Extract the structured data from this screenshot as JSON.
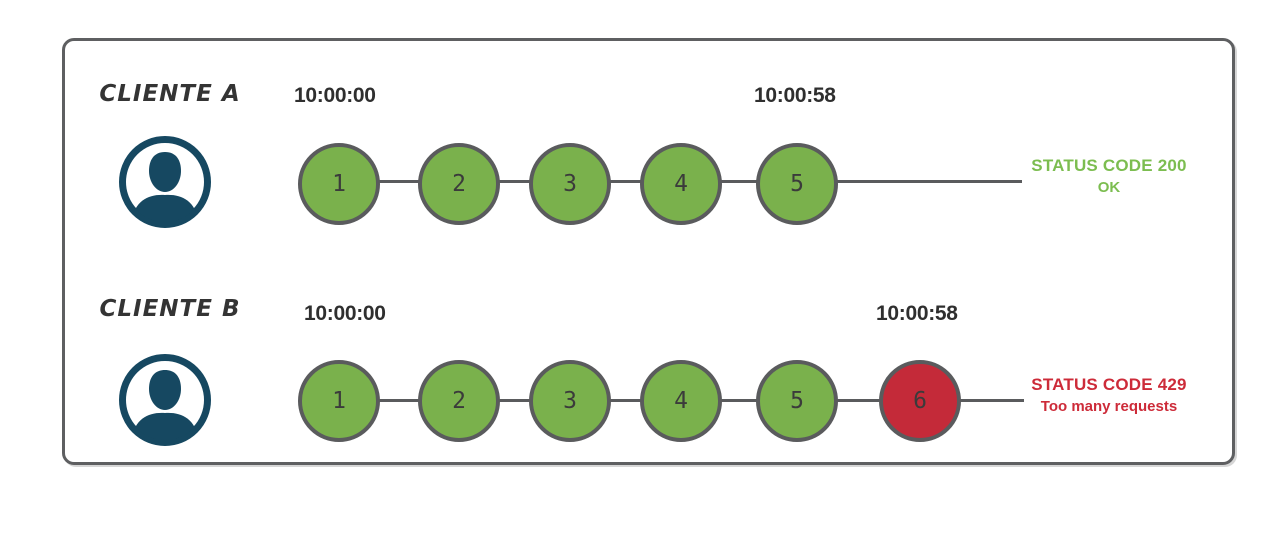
{
  "colors": {
    "success_fill": "#7AB14C",
    "error_fill": "#C42A39",
    "success_text": "#7CBD50",
    "error_text": "#CD2B39",
    "wire_gray": "#5A5B5D",
    "avatar_navy": "#164861",
    "frame_border": "#5E5F61",
    "label_text": "#343434",
    "timestamp_text": "#2F2F2F"
  },
  "icons": {
    "client_a": "person-avatar-icon",
    "client_b": "person-avatar-icon"
  },
  "clients": [
    {
      "name": "CLIENTE A",
      "start_time": "10:00:00",
      "end_time": "10:00:58",
      "requests": [
        "1",
        "2",
        "3",
        "4",
        "5"
      ],
      "status": {
        "code_line": "STATUS CODE 200",
        "message": "OK"
      }
    },
    {
      "name": "CLIENTE B",
      "start_time": "10:00:00",
      "end_time": "10:00:58",
      "requests": [
        "1",
        "2",
        "3",
        "4",
        "5",
        "6"
      ],
      "status": {
        "code_line": "STATUS CODE 429",
        "message": "Too many requests"
      }
    }
  ]
}
